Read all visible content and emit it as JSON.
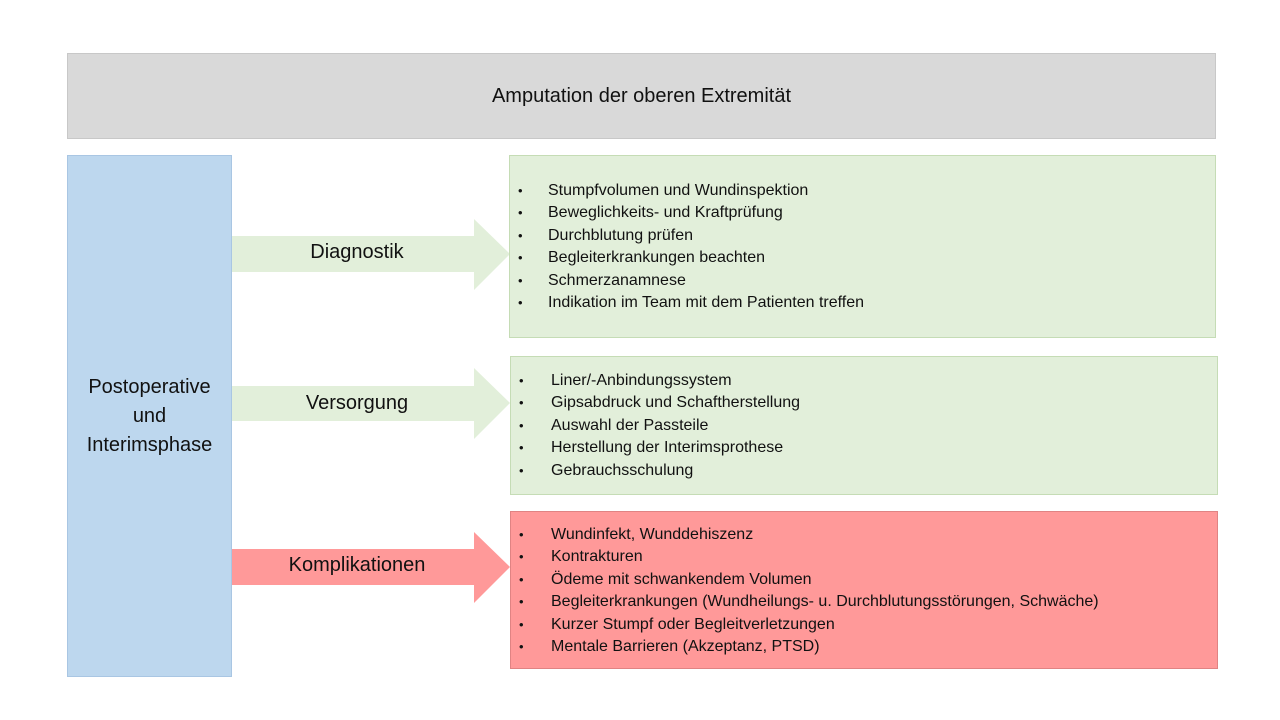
{
  "header": {
    "title": "Amputation der oberen Extremität"
  },
  "phase": {
    "lines": [
      "Postoperative",
      "und",
      "Interimsphase"
    ]
  },
  "sections": [
    {
      "label": "Diagnostik",
      "color": "#e2efda",
      "items": [
        "Stumpfvolumen und Wundinspektion",
        "Beweglichkeits- und Kraftprüfung",
        "Durchblutung prüfen",
        "Begleiterkrankungen beachten",
        "Schmerzanamnese",
        "Indikation im Team mit dem Patienten treffen"
      ]
    },
    {
      "label": "Versorgung",
      "color": "#e2efda",
      "items": [
        "Liner/-Anbindungssystem",
        "Gipsabdruck und Schaftherstellung",
        "Auswahl der Passteile",
        "Herstellung der Interimsprothese",
        "Gebrauchsschulung"
      ]
    },
    {
      "label": "Komplikationen",
      "color": "#ff9999",
      "items": [
        "Wundinfekt, Wunddehiszenz",
        "Kontrakturen",
        "Ödeme mit schwankendem Volumen",
        "Begleiterkrankungen (Wundheilungs- u. Durchblutungsstörungen, Schwäche)",
        "Kurzer Stumpf oder Begleitverletzungen",
        "Mentale Barrieren (Akzeptanz, PTSD)"
      ]
    }
  ]
}
